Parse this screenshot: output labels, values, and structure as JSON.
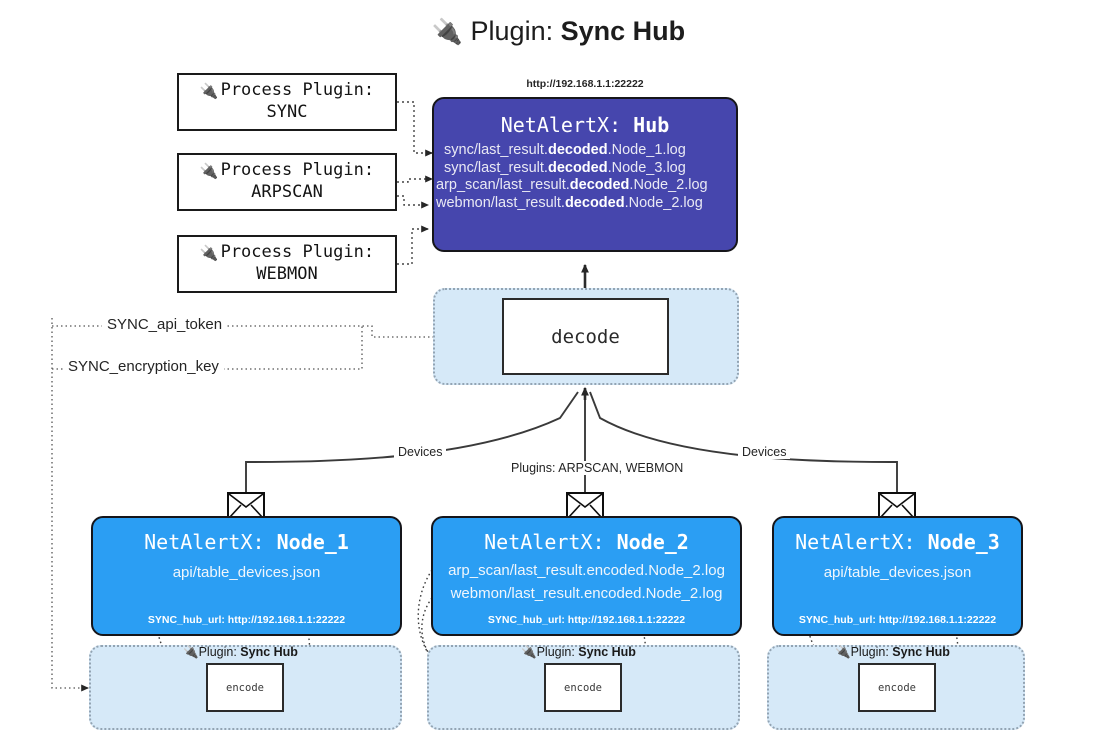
{
  "title": {
    "icon": "plug-icon",
    "prefix": "Plugin: ",
    "name": "Sync Hub"
  },
  "process_plugins": [
    {
      "icon": "plug-icon",
      "line1": "Process Plugin:",
      "line2": "SYNC"
    },
    {
      "icon": "plug-icon",
      "line1": "Process Plugin:",
      "line2": "ARPSCAN"
    },
    {
      "icon": "plug-icon",
      "line1": "Process Plugin:",
      "line2": "WEBMON"
    }
  ],
  "hub": {
    "url_label": "http://192.168.1.1:22222",
    "title_prefix": "NetAlertX: ",
    "title_name": "Hub",
    "logs": [
      {
        "pre": "sync/last_result.",
        "bold": "decoded",
        "post": ".Node_1.log"
      },
      {
        "pre": "sync/last_result.",
        "bold": "decoded",
        "post": ".Node_3.log"
      },
      {
        "pre": "arp_scan/last_result.",
        "bold": "decoded",
        "post": ".Node_2.log"
      },
      {
        "pre": "webmon/last_result.",
        "bold": "decoded",
        "post": ".Node_2.log"
      }
    ]
  },
  "decode": {
    "label": "decode"
  },
  "settings": {
    "api_token": "SYNC_api_token",
    "encryption_key": "SYNC_encryption_key"
  },
  "edge_labels": {
    "devices_left": "Devices",
    "plugins_center": "Plugins: ARPSCAN, WEBMON",
    "devices_right": "Devices"
  },
  "nodes": [
    {
      "title_prefix": "NetAlertX: ",
      "title_name": "Node_1",
      "lines": [
        "api/table_devices.json"
      ],
      "url": "SYNC_hub_url: http://192.168.1.1:22222"
    },
    {
      "title_prefix": "NetAlertX: ",
      "title_name": "Node_2",
      "lines": [
        "arp_scan/last_result.encoded.Node_2.log",
        "webmon/last_result.encoded.Node_2.log"
      ],
      "url": "SYNC_hub_url: http://192.168.1.1:22222"
    },
    {
      "title_prefix": "NetAlertX: ",
      "title_name": "Node_3",
      "lines": [
        "api/table_devices.json"
      ],
      "url": "SYNC_hub_url: http://192.168.1.1:22222"
    }
  ],
  "encoders": [
    {
      "plugin_prefix": "Plugin: ",
      "plugin_name": "Sync Hub",
      "label": "encode"
    },
    {
      "plugin_prefix": "Plugin: ",
      "plugin_name": "Sync Hub",
      "label": "encode"
    },
    {
      "plugin_prefix": "Plugin: ",
      "plugin_name": "Sync Hub",
      "label": "encode"
    }
  ],
  "colors": {
    "hub": "#4646ad",
    "node": "#2b9ef3",
    "cluster": "#d6e9f8",
    "stroke": "#333333"
  }
}
